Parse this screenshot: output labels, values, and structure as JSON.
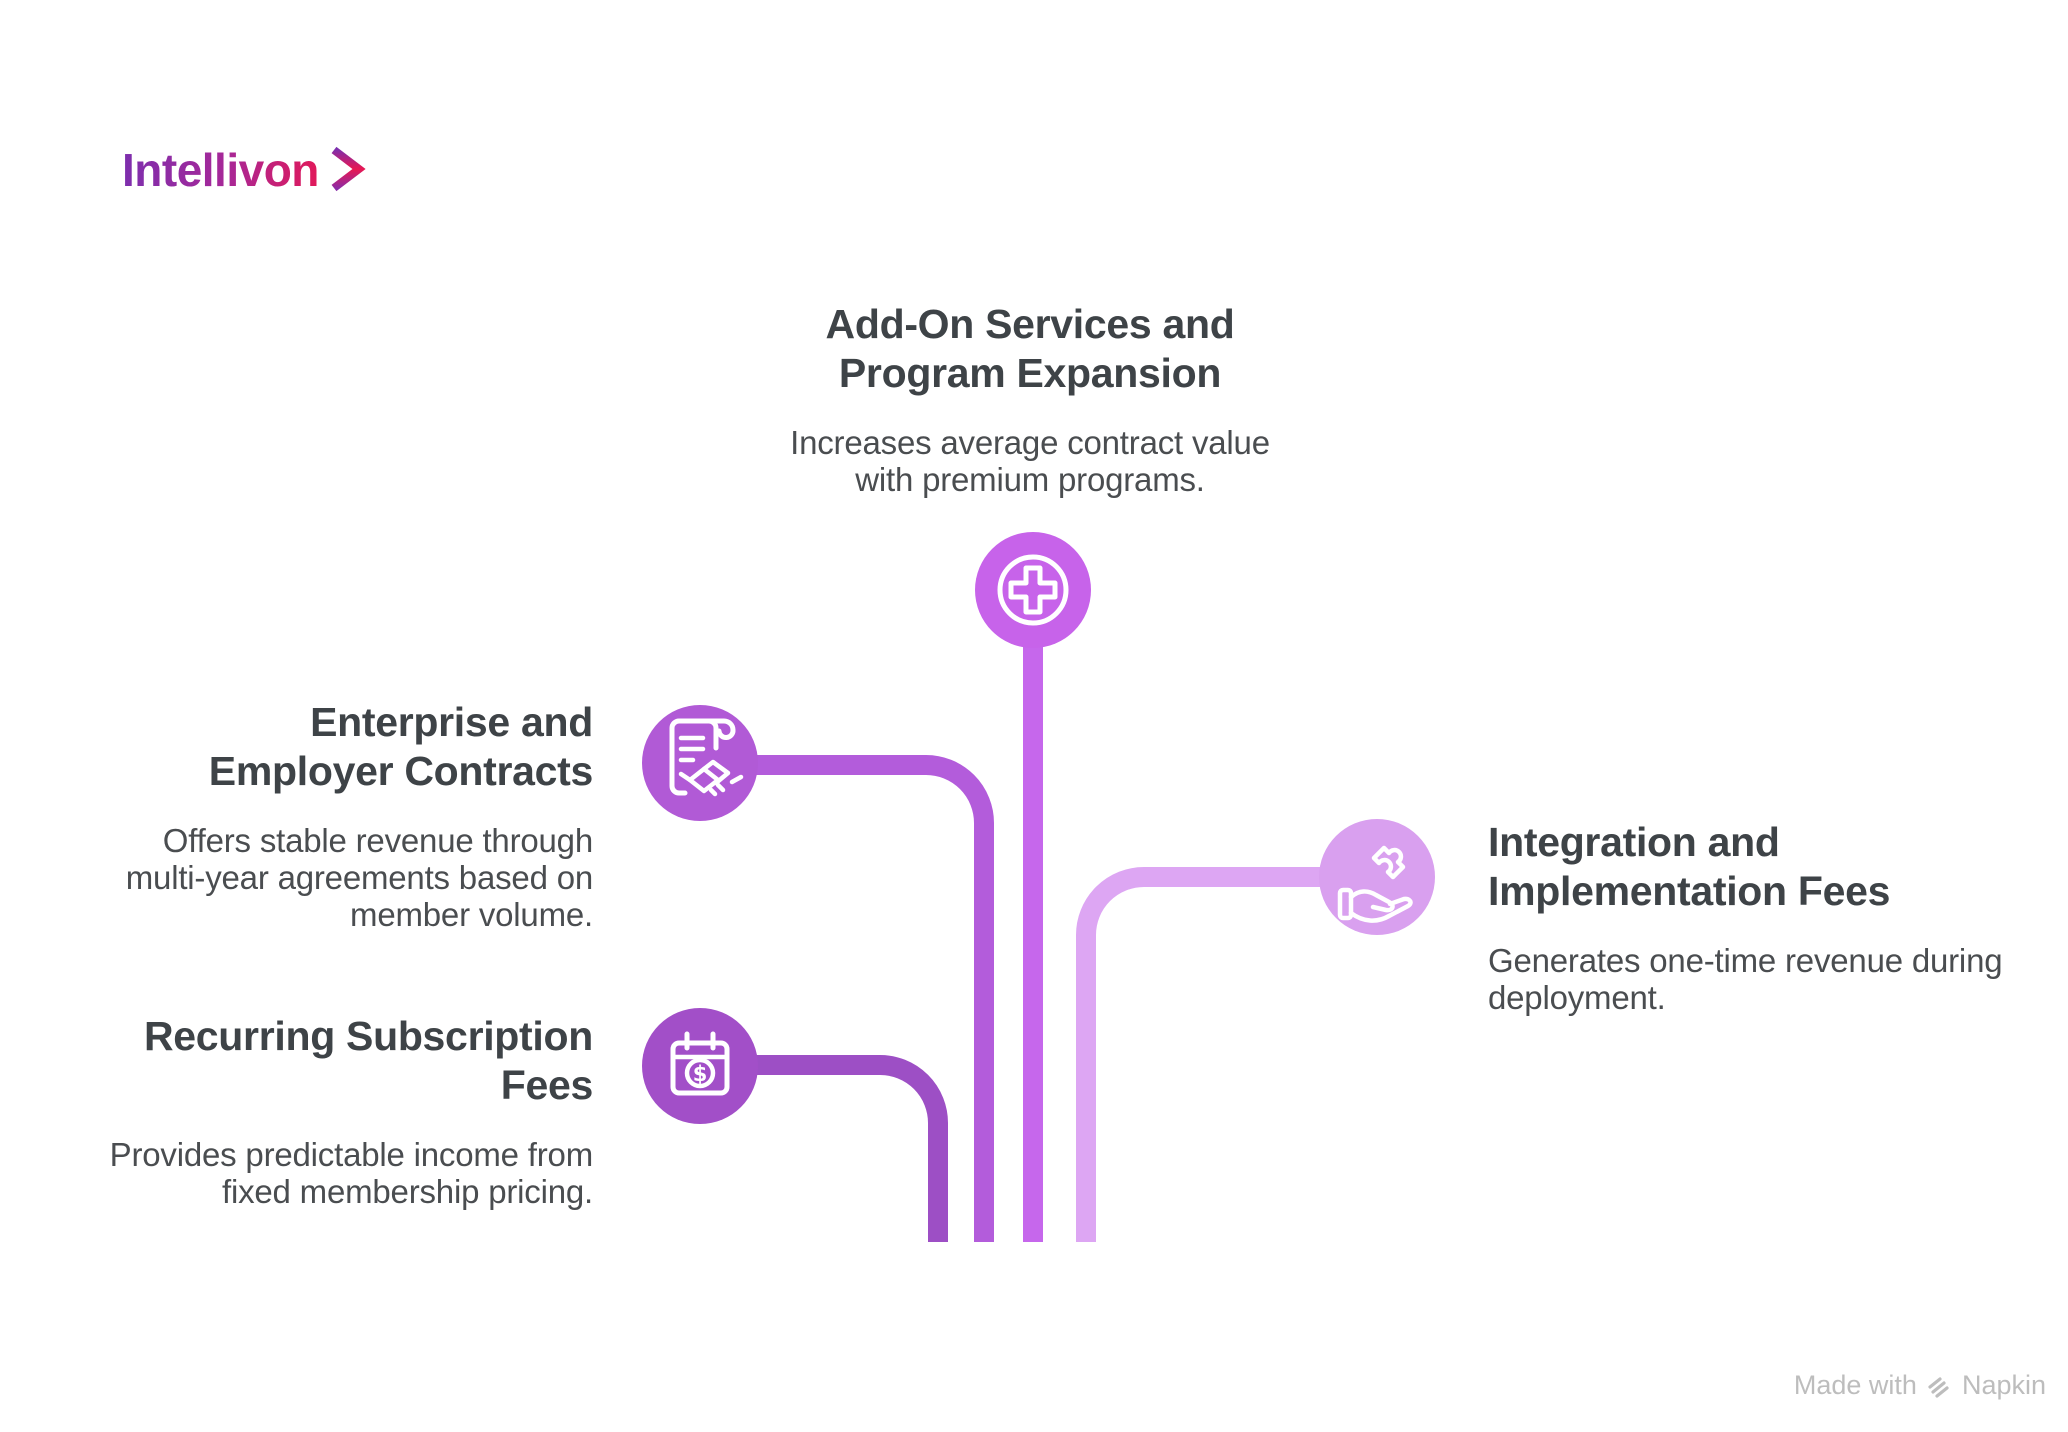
{
  "logo": {
    "text": "Intellivon",
    "gradient_from": "#7C2FAE",
    "gradient_mid": "#A62898",
    "gradient_to": "#E81752",
    "chevron_top": "#7C2FAE",
    "chevron_mid": "#E81752",
    "chevron_bottom": "#8A2DA8"
  },
  "nodes": {
    "addon": {
      "title": "Add-On Services and\nProgram Expansion",
      "description": "Increases average contract value\nwith premium programs.",
      "icon": "plus-icon",
      "branch_color": "#C667EC",
      "icon_bg": "#C763EA"
    },
    "enterprise": {
      "title": "Enterprise and\nEmployer Contracts",
      "description": "Offers stable revenue through\nmulti-year agreements based on\nmember volume.",
      "icon": "contract-handshake-icon",
      "branch_color": "#B35CDB",
      "icon_bg": "#B15AD6"
    },
    "recurring": {
      "title": "Recurring Subscription\nFees",
      "description": "Provides predictable income from\nfixed membership pricing.",
      "icon": "calendar-dollar-icon",
      "icon_symbol": "$",
      "branch_color": "#9D4FC5",
      "icon_bg": "#A24FC8"
    },
    "integration": {
      "title": "Integration and\nImplementation Fees",
      "description": "Generates one-time revenue during\ndeployment.",
      "icon": "hand-puzzle-icon",
      "branch_color": "#DDA6F3",
      "icon_bg": "#D9A0EF"
    }
  },
  "text_colors": {
    "title": "#3E4347",
    "body": "#4A4D50"
  },
  "footer": {
    "text": "Made with",
    "brand": "Napkin",
    "color": "#BDBDBD"
  }
}
